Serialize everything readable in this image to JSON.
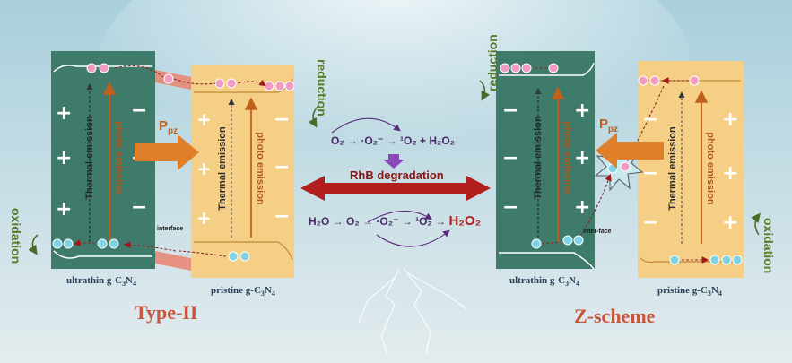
{
  "colors": {
    "background_top": "#a9d1de",
    "background_bottom": "#e6eef0",
    "ultrathin_panel": "#3e7b6a",
    "pristine_panel": "#f6cf86",
    "arrow_orange": "#e07f2a",
    "red_arrow": "#b01e1e",
    "purple": "#6a2a8a",
    "type_label": "#c8553d",
    "green_text": "#5a7a2a"
  },
  "left": {
    "label_reduction": "reduction",
    "label_oxidation": "oxidation",
    "ultrathin_thermal": "Thermal emission",
    "ultrathin_photo": "photo emission",
    "pristine_thermal": "Thermal emission",
    "pristine_photo": "photo emission",
    "p_label": "P",
    "p_sub": "pz",
    "interface": "interface",
    "ultrathin_caption": "ultrathin g-C",
    "pristine_caption": "pristine g-C",
    "cap_n": "3",
    "cap_n2": "N",
    "cap_4": "4",
    "scheme_label": "Type-II",
    "plus": "+",
    "minus": "−"
  },
  "right": {
    "label_reduction": "reduction",
    "label_oxidation": "oxidation",
    "ultrathin_thermal": "Thermal emission",
    "ultrathin_photo": "photo emission",
    "pristine_thermal": "Thermal emission",
    "pristine_photo": "photo emission",
    "p_label": "P",
    "p_sub": "pz",
    "interface": "inter-face",
    "ultrathin_caption": "ultrathin g-C",
    "pristine_caption": "pristine g-C",
    "cap_n": "3",
    "cap_n2": "N",
    "cap_4": "4",
    "scheme_label": "Z-scheme"
  },
  "center": {
    "top_reaction": "O₂ → ·O₂⁻ → ¹O₂ + H₂O₂",
    "degradation": "RhB degradation",
    "bottom_h2o": "H₂O",
    "bottom_o2": "O₂",
    "bottom_o2rad": "·O₂⁻",
    "bottom_1o2": "¹O₂",
    "bottom_h2o2": "H₂O₂",
    "arrow": "→"
  }
}
